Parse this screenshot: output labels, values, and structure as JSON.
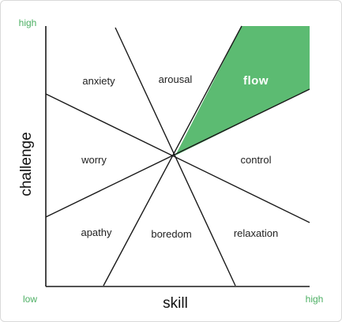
{
  "colors": {
    "accent": "#4caf63",
    "flow_fill": "#5cbb72",
    "line": "#1a1a1a"
  },
  "axes": {
    "x_title": "skill",
    "y_title": "challenge",
    "x_low": "low",
    "x_high": "high",
    "y_high": "high"
  },
  "regions": {
    "anxiety": "anxiety",
    "arousal": "arousal",
    "flow": "flow",
    "worry": "worry",
    "control": "control",
    "apathy": "apathy",
    "boredom": "boredom",
    "relaxation": "relaxation"
  }
}
